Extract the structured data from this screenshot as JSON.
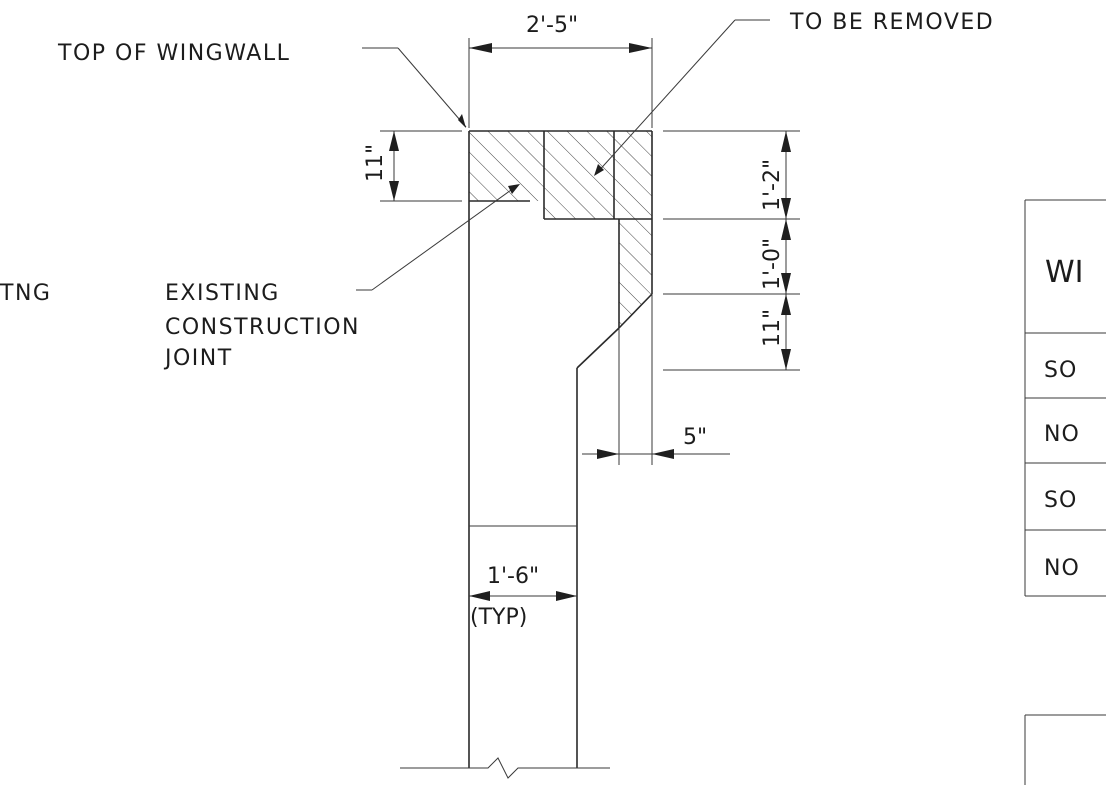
{
  "labels": {
    "top_of_wingwall": "TOP OF WINGWALL",
    "to_be_removed": "TO BE REMOVED",
    "existing_construction_joint": [
      "EXISTING",
      "CONSTRUCTION",
      "JOINT"
    ],
    "cut_off_left": "TNG"
  },
  "dimensions": {
    "top_width": "2'-5\"",
    "cap_height": "11\"",
    "right_upper": "1'-2\"",
    "right_middle": "1'-0\"",
    "right_lower": "11\"",
    "offset": "5\"",
    "wall_width": "1'-6\"",
    "wall_width_note": "(TYP)"
  },
  "table": {
    "header_fragment": "WI",
    "rows": [
      "SO",
      "NO",
      "SO",
      "NO"
    ]
  }
}
